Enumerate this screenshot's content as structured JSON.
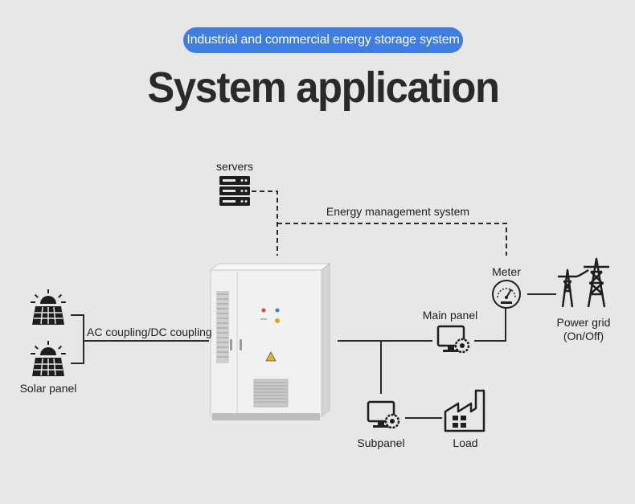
{
  "header": {
    "badge": "Industrial and commercial energy storage system",
    "title": "System application"
  },
  "nodes": {
    "servers": "servers",
    "ems": "Energy management system",
    "meter": "Meter",
    "main_panel": "Main panel",
    "power_grid_line1": "Power grid",
    "power_grid_line2": "(On/Off)",
    "coupling": "AC coupling/DC coupling",
    "solar_panel": "Solar panel",
    "subpanel": "Subpanel",
    "load": "Load"
  },
  "colors": {
    "badge_bg": "#3f7ee0",
    "background": "#e7e7e7",
    "line": "#2a2a2a"
  }
}
